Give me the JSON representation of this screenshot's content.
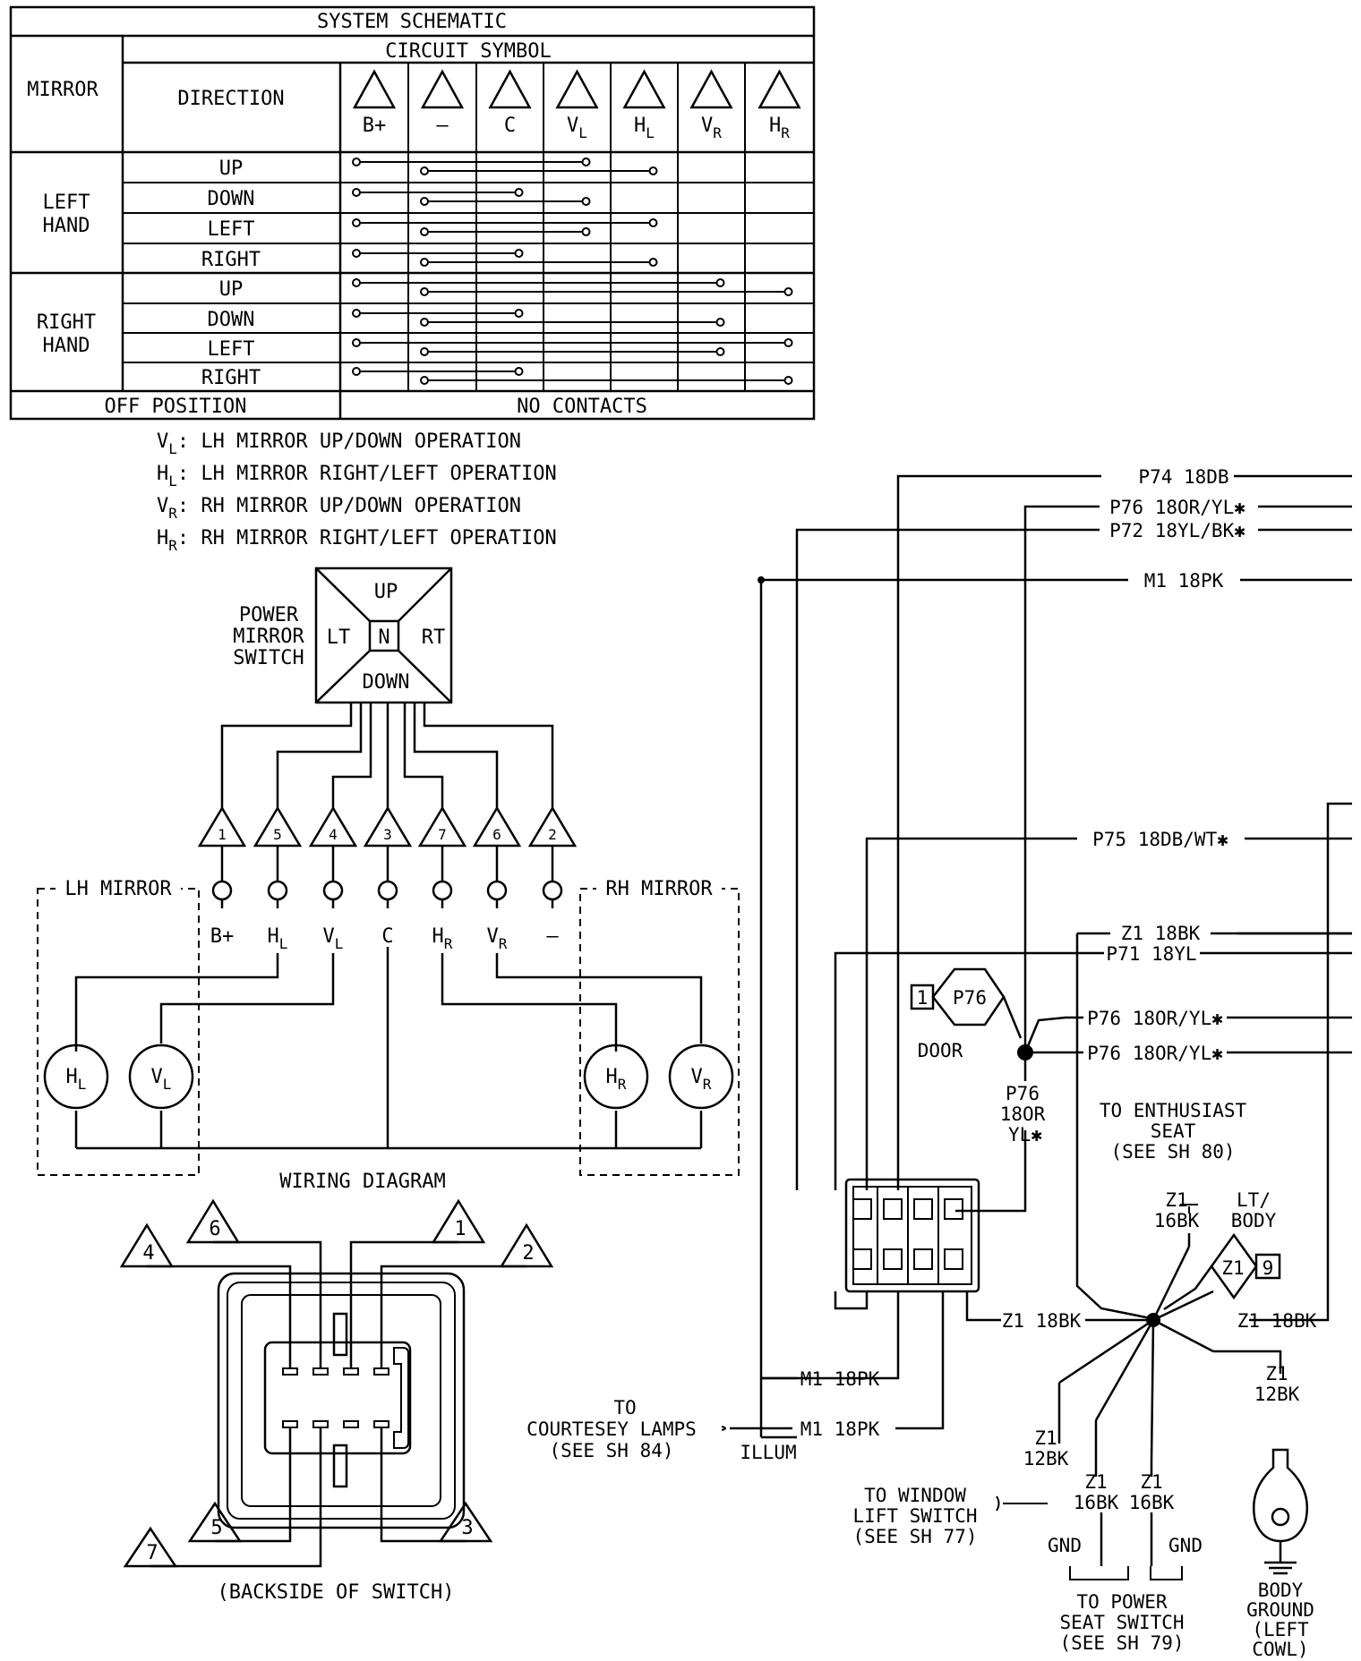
{
  "schematic": {
    "title": "SYSTEM SCHEMATIC",
    "circuit_symbol": "CIRCUIT SYMBOL",
    "mirror_header": "MIRROR",
    "direction_header": "DIRECTION",
    "symbols": [
      "B+",
      "—",
      "C",
      "V",
      "H",
      "V",
      "H"
    ],
    "symbol_subs": [
      "",
      "",
      "",
      "L",
      "L",
      "R",
      "R"
    ],
    "left_hand": [
      "LEFT",
      "HAND"
    ],
    "right_hand": [
      "RIGHT",
      "HAND"
    ],
    "directions": [
      "UP",
      "DOWN",
      "LEFT",
      "RIGHT",
      "UP",
      "DOWN",
      "LEFT",
      "RIGHT"
    ],
    "off_position": "OFF POSITION",
    "no_contacts": "NO CONTACTS",
    "connections": [
      [
        [
          0,
          3
        ],
        [
          1,
          4
        ]
      ],
      [
        [
          0,
          2
        ],
        [
          1,
          3
        ]
      ],
      [
        [
          0,
          4
        ],
        [
          1,
          3
        ]
      ],
      [
        [
          0,
          2
        ],
        [
          1,
          4
        ]
      ],
      [
        [
          0,
          5
        ],
        [
          1,
          6
        ]
      ],
      [
        [
          0,
          2
        ],
        [
          1,
          5
        ]
      ],
      [
        [
          0,
          6
        ],
        [
          1,
          5
        ]
      ],
      [
        [
          0,
          2
        ],
        [
          1,
          6
        ]
      ]
    ]
  },
  "legend": [
    {
      "sym": "V",
      "sub": "L",
      "text": ": LH MIRROR UP/DOWN OPERATION"
    },
    {
      "sym": "H",
      "sub": "L",
      "text": ": LH MIRROR RIGHT/LEFT OPERATION"
    },
    {
      "sym": "V",
      "sub": "R",
      "text": ": RH MIRROR UP/DOWN OPERATION"
    },
    {
      "sym": "H",
      "sub": "R",
      "text": ": RH MIRROR RIGHT/LEFT OPERATION"
    }
  ],
  "switch": {
    "label": [
      "POWER",
      "MIRROR",
      "SWITCH"
    ],
    "up": "UP",
    "down": "DOWN",
    "lt": "LT",
    "rt": "RT",
    "n": "N"
  },
  "terminals": [
    "1",
    "5",
    "4",
    "3",
    "7",
    "6",
    "2"
  ],
  "terminal_labels": [
    {
      "main": "B+",
      "sub": ""
    },
    {
      "main": "H",
      "sub": "L"
    },
    {
      "main": "V",
      "sub": "L"
    },
    {
      "main": "C",
      "sub": ""
    },
    {
      "main": "H",
      "sub": "R"
    },
    {
      "main": "V",
      "sub": "R"
    },
    {
      "main": "—",
      "sub": ""
    }
  ],
  "mirrors": {
    "lh": "LH MIRROR",
    "rh": "RH MIRROR",
    "motors": [
      {
        "main": "H",
        "sub": "L"
      },
      {
        "main": "V",
        "sub": "L"
      },
      {
        "main": "H",
        "sub": "R"
      },
      {
        "main": "V",
        "sub": "R"
      }
    ]
  },
  "wiring_diagram": "WIRING DIAGRAM",
  "backside": {
    "pins": [
      "6",
      "1",
      "4",
      "2",
      "5",
      "3",
      "7"
    ],
    "caption": "(BACKSIDE OF SWITCH)"
  },
  "wires": {
    "p74": "P74 18DB",
    "p76_top": "P76 18OR/YL✱",
    "p72": "P72 18YL/BK✱",
    "m1_top": "M1 18PK",
    "p75": "P75 18DB/WT✱",
    "z1_mid": "Z1 18BK",
    "p71": "P71 18YL",
    "p76_a": "P76 18OR/YL✱",
    "p76_b": "P76 18OR/YL✱",
    "p76_vert": [
      "P76",
      "18OR",
      "YL✱"
    ],
    "door_num": "1",
    "door_conn": "P76",
    "door": "DOOR",
    "enthusiast": [
      "TO ENTHUSIAST",
      "SEAT",
      "(SEE SH 80)"
    ],
    "z1_16bk_top": [
      "Z1",
      "16BK"
    ],
    "lt_body": [
      "LT/",
      "BODY"
    ],
    "z1_conn": "Z1",
    "z1_conn_num": "9",
    "z1_left": "Z1 18BK",
    "z1_right": "Z1 18BK",
    "z1_12bk_right": [
      "Z1",
      "12BK"
    ],
    "m1_bottom_a": "M1 18PK",
    "m1_bottom_b": "M1 18PK",
    "courtesy": [
      "TO",
      "COURTESEY LAMPS",
      "(SEE SH 84)"
    ],
    "illum": "ILLUM",
    "z1_12bk_left": [
      "Z1",
      "12BK"
    ],
    "window": [
      "TO WINDOW",
      "LIFT SWITCH",
      "(SEE SH 77)"
    ],
    "z1_16bk_a": [
      "Z1",
      "16BK"
    ],
    "z1_16bk_b": [
      "Z1",
      "16BK"
    ],
    "gnd_a": "GND",
    "gnd_b": "GND",
    "power_seat": [
      "TO POWER",
      "SEAT SWITCH",
      "(SEE SH 79)"
    ],
    "body_ground": [
      "BODY",
      "GROUND",
      "(LEFT",
      "COWL)"
    ]
  }
}
